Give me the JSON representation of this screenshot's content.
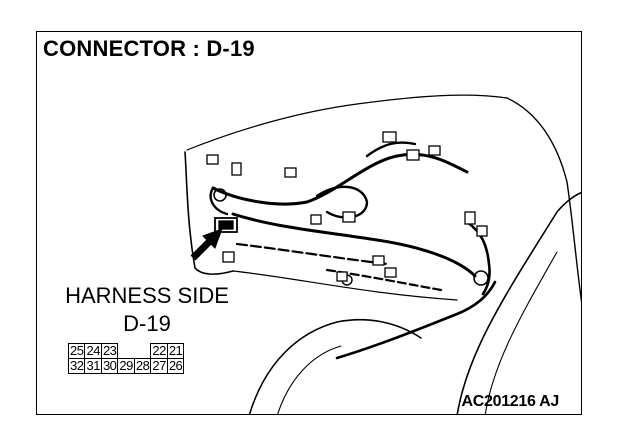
{
  "title": "CONNECTOR : D-19",
  "harness": {
    "label_line1": "HARNESS SIDE",
    "label_line2": "D-19"
  },
  "connector_pins": {
    "top_row": [
      "25",
      "24",
      "23",
      "",
      "",
      "22",
      "21"
    ],
    "bottom_row": [
      "32",
      "31",
      "30",
      "29",
      "28",
      "27",
      "26"
    ]
  },
  "reference_code": "AC201216 AJ"
}
